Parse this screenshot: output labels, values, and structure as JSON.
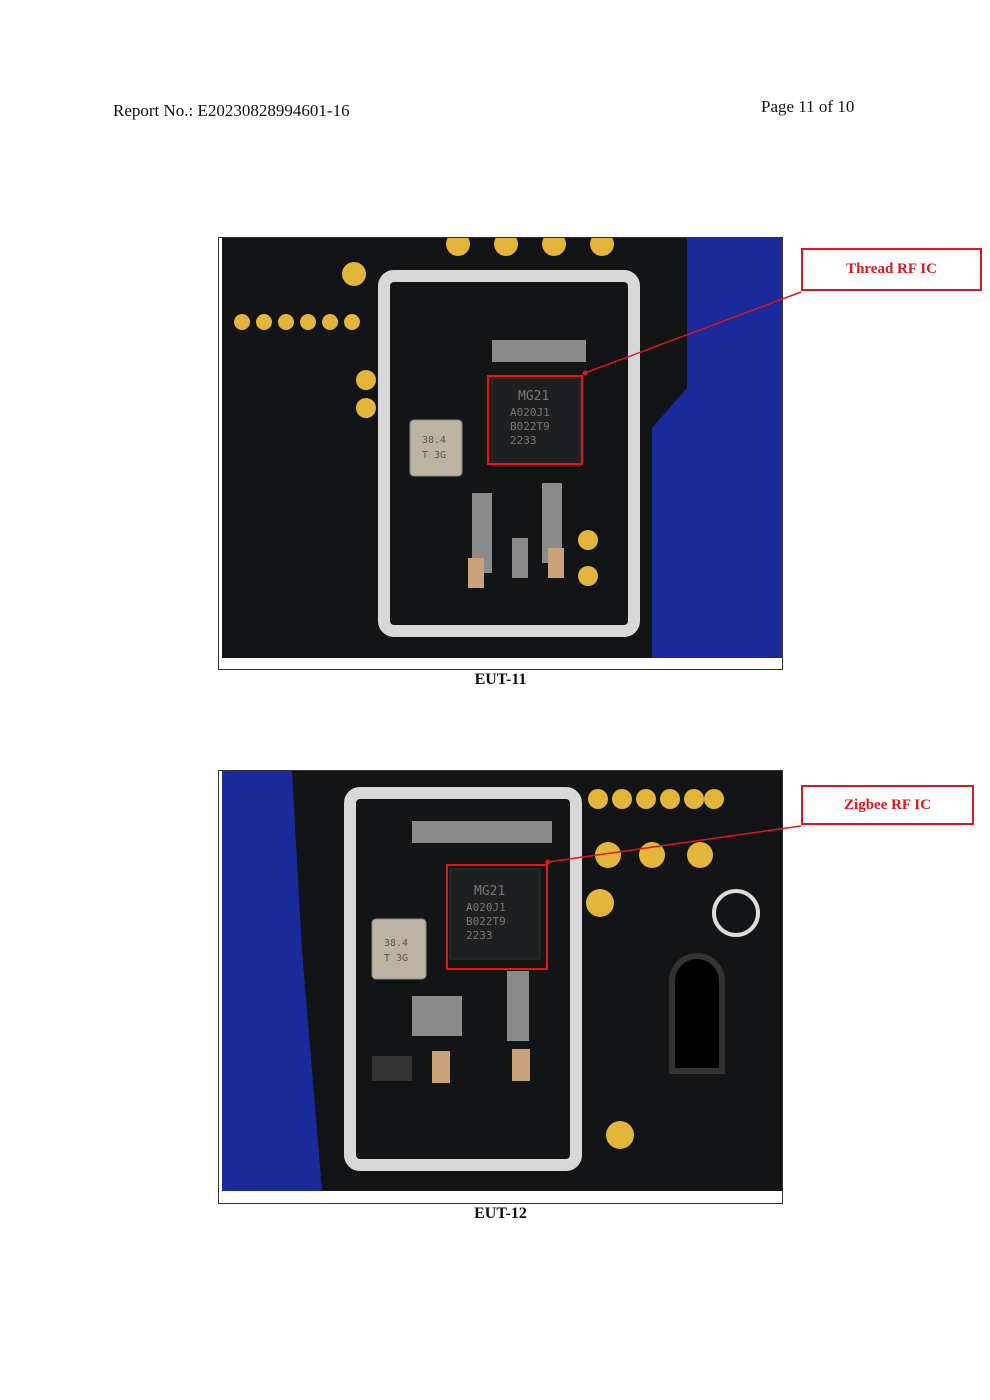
{
  "header": {
    "report_no": "Report No.: E20230828994601-16",
    "page": "Page 11 of 10"
  },
  "photos": [
    {
      "caption": "EUT-11",
      "callout": "Thread RF IC",
      "chip_marking": [
        "MG21",
        "A020J1",
        "B022T9",
        "2233"
      ],
      "crystal_marking": [
        "38.4",
        "T 3G"
      ]
    },
    {
      "caption": "EUT-12",
      "callout": "Zigbee RF IC",
      "chip_marking": [
        "MG21",
        "A020J1",
        "B022T9",
        "2233"
      ],
      "crystal_marking": [
        "38.4",
        "T 3G"
      ]
    }
  ],
  "colors": {
    "annotation": "#e0161b",
    "pcb": "#121416",
    "background_cloth": "#1a2a9a",
    "gold_pad": "#e3b53a",
    "silkscreen": "#d8d8d8"
  }
}
